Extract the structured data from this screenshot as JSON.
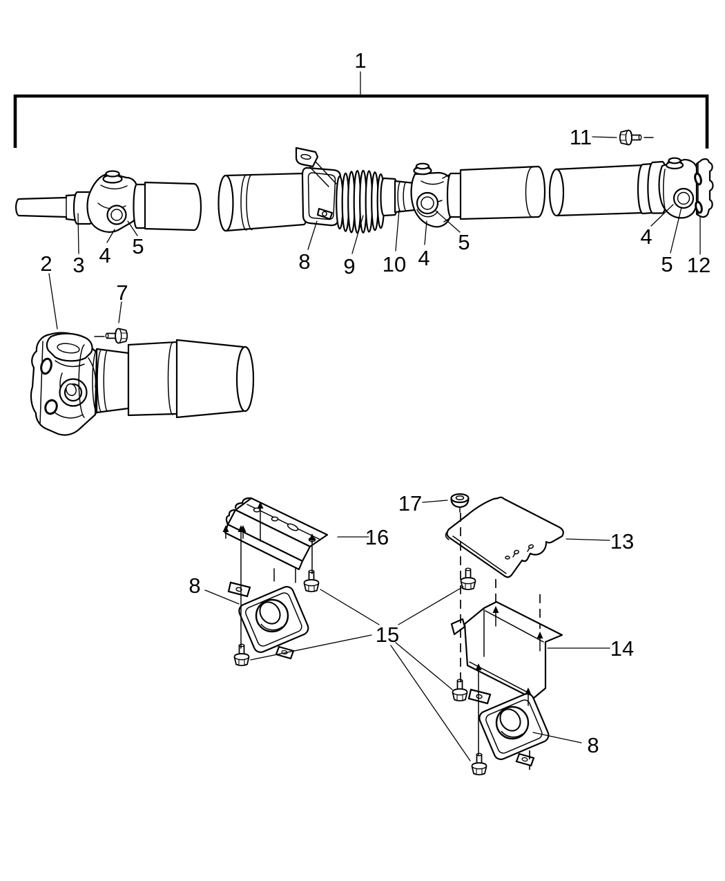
{
  "figure": {
    "background_color": "#ffffff",
    "ink_color": "#000000",
    "callouts": [
      {
        "label": "1"
      },
      {
        "label": "11"
      },
      {
        "label": "2"
      },
      {
        "label": "3"
      },
      {
        "label": "4"
      },
      {
        "label": "5"
      },
      {
        "label": "8"
      },
      {
        "label": "9"
      },
      {
        "label": "10"
      },
      {
        "label": "4"
      },
      {
        "label": "5"
      },
      {
        "label": "4"
      },
      {
        "label": "5"
      },
      {
        "label": "12"
      },
      {
        "label": "7"
      },
      {
        "label": "16"
      },
      {
        "label": "17"
      },
      {
        "label": "13"
      },
      {
        "label": "8"
      },
      {
        "label": "15"
      },
      {
        "label": "14"
      },
      {
        "label": "8"
      }
    ]
  }
}
